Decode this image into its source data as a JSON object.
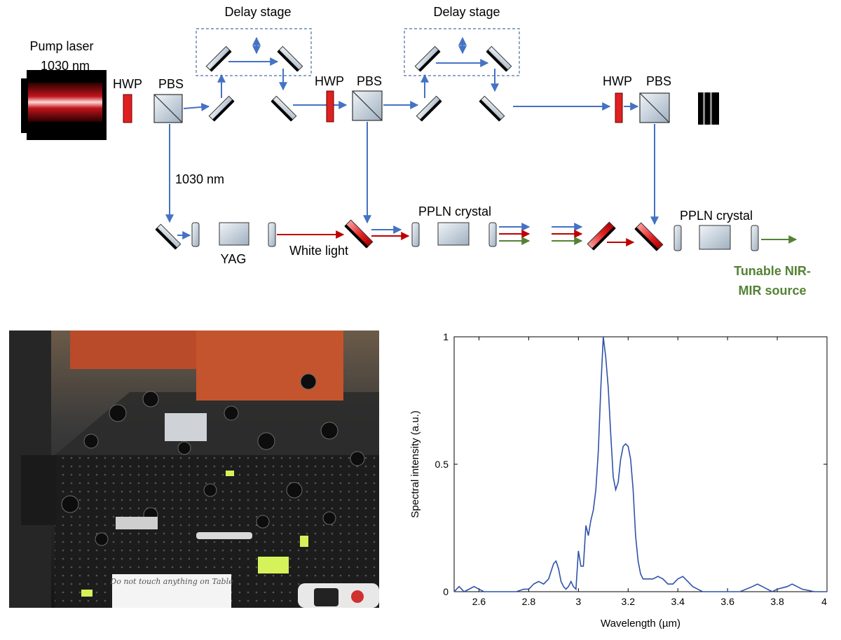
{
  "colors": {
    "pump_beam": "#4472c4",
    "white_light_beam": "#c00000",
    "output_beam": "#548235",
    "optic_fill": "#c9d3dc",
    "waveplate": "#e02020",
    "spectrum_line": "#2f52a8"
  },
  "diagram": {
    "labels": {
      "pump_laser": "Pump laser",
      "pump_wavelength": "1030 nm",
      "delay_stage_1": "Delay stage",
      "delay_stage_2": "Delay stage",
      "hwp_1": "HWP",
      "pbs_1": "PBS",
      "hwp_2": "HWP",
      "pbs_2": "PBS",
      "hwp_3": "HWP",
      "pbs_3": "PBS",
      "beam_1030": "1030 nm",
      "yag": "YAG",
      "white_light": "White light",
      "ppln_1": "PPLN crystal",
      "ppln_2": "PPLN crystal",
      "output_line1": "Tunable NIR-",
      "output_line2": "MIR source"
    }
  },
  "photo": {
    "note_text": "Do not touch anything on Table"
  },
  "chart_data": {
    "type": "line",
    "title": "",
    "xlabel": "Wavelength (µm)",
    "ylabel": "Spectral intensity (a.u.)",
    "xlim": [
      2.5,
      4.0
    ],
    "ylim": [
      0,
      1
    ],
    "xticks": [
      2.6,
      2.8,
      3.0,
      3.2,
      3.4,
      3.6,
      3.8,
      4.0
    ],
    "xtick_labels": [
      "2.6",
      "2.8",
      "3",
      "3.2",
      "3.4",
      "3.6",
      "3.8",
      "4"
    ],
    "yticks": [
      0,
      0.5,
      1
    ],
    "ytick_labels": [
      "0",
      "0.5",
      "1"
    ],
    "grid": false,
    "series": [
      {
        "x": [
          2.5,
          2.52,
          2.54,
          2.56,
          2.58,
          2.6,
          2.62,
          2.64,
          2.66,
          2.7,
          2.75,
          2.78,
          2.8,
          2.82,
          2.84,
          2.86,
          2.88,
          2.9,
          2.91,
          2.92,
          2.93,
          2.94,
          2.95,
          2.96,
          2.97,
          2.98,
          2.99,
          3.0,
          3.01,
          3.02,
          3.03,
          3.04,
          3.05,
          3.06,
          3.07,
          3.08,
          3.09,
          3.1,
          3.11,
          3.12,
          3.13,
          3.14,
          3.15,
          3.16,
          3.17,
          3.18,
          3.19,
          3.2,
          3.21,
          3.22,
          3.23,
          3.24,
          3.25,
          3.26,
          3.28,
          3.3,
          3.32,
          3.34,
          3.36,
          3.38,
          3.4,
          3.42,
          3.44,
          3.46,
          3.48,
          3.5,
          3.55,
          3.6,
          3.65,
          3.7,
          3.72,
          3.74,
          3.76,
          3.78,
          3.8,
          3.84,
          3.86,
          3.88,
          3.9,
          3.95,
          4.0
        ],
        "values": [
          0.0,
          0.02,
          0.0,
          0.01,
          0.02,
          0.01,
          0.0,
          0.0,
          0.0,
          0.0,
          0.0,
          0.01,
          0.01,
          0.03,
          0.04,
          0.03,
          0.05,
          0.11,
          0.12,
          0.09,
          0.04,
          0.02,
          0.01,
          0.02,
          0.04,
          0.02,
          0.01,
          0.16,
          0.1,
          0.1,
          0.26,
          0.22,
          0.28,
          0.32,
          0.4,
          0.55,
          0.8,
          1.0,
          0.92,
          0.8,
          0.62,
          0.45,
          0.4,
          0.43,
          0.52,
          0.57,
          0.58,
          0.57,
          0.52,
          0.4,
          0.22,
          0.12,
          0.07,
          0.05,
          0.05,
          0.05,
          0.06,
          0.05,
          0.03,
          0.03,
          0.05,
          0.06,
          0.04,
          0.02,
          0.01,
          0.0,
          0.0,
          0.0,
          0.0,
          0.02,
          0.03,
          0.02,
          0.01,
          0.0,
          0.01,
          0.02,
          0.03,
          0.02,
          0.01,
          0.0,
          0.0
        ]
      }
    ]
  }
}
